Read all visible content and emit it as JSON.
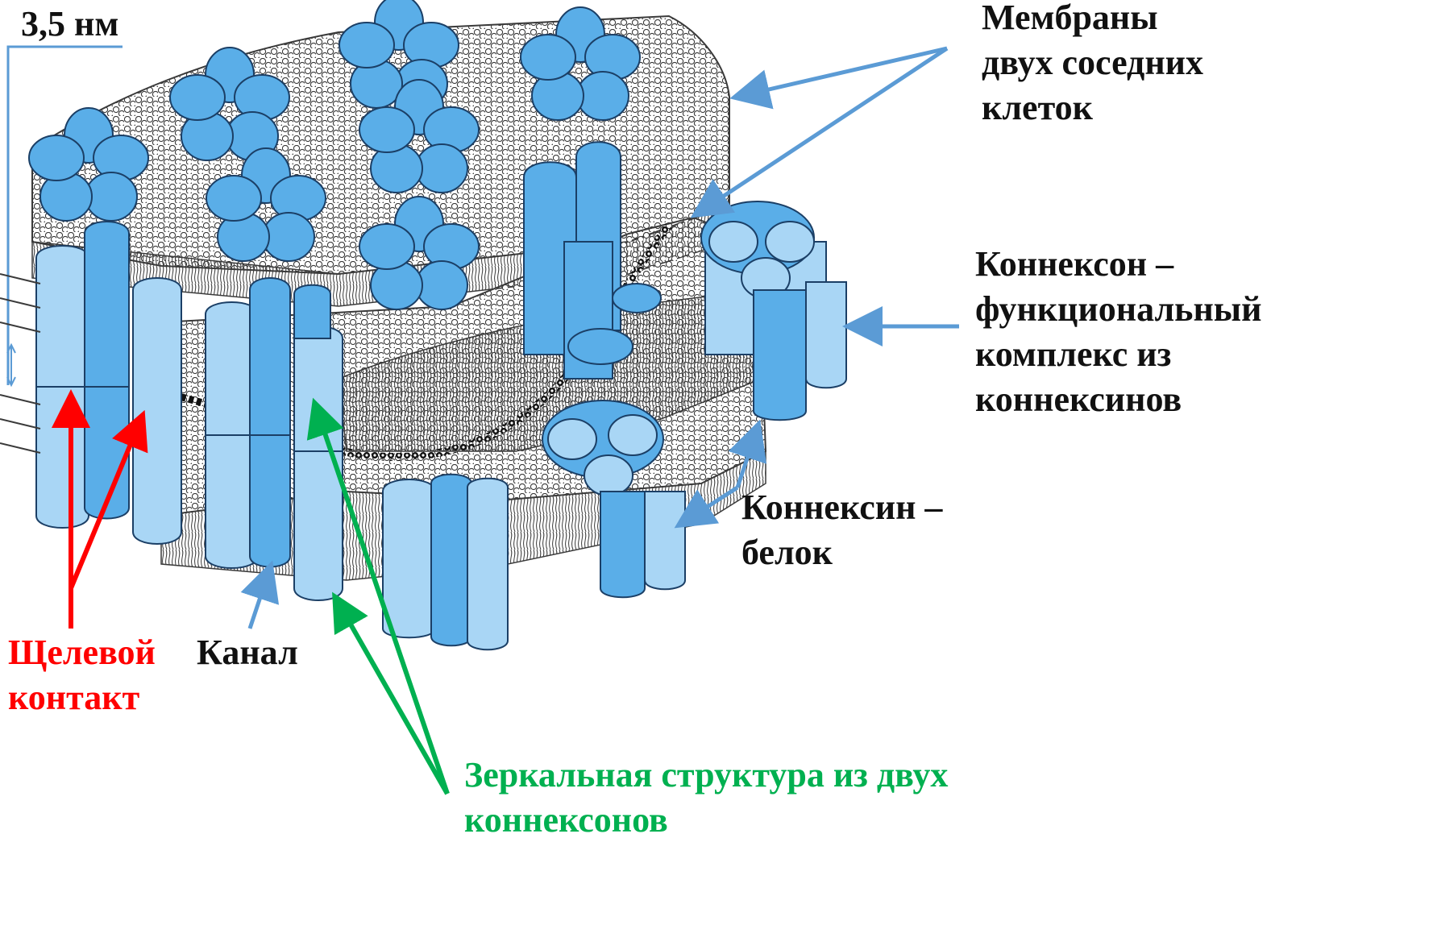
{
  "colors": {
    "protein_fill": "#5aaee8",
    "protein_light": "#a9d6f5",
    "protein_stroke": "#1b3f66",
    "blue_arrow": "#5b9bd5",
    "red": "#ff0000",
    "green": "#00b050",
    "text": "#111111",
    "lipid": "#3a3a3a"
  },
  "labels": {
    "scale": "3,5 нм",
    "membranes": [
      "Мембраны",
      "двух соседних",
      "клеток"
    ],
    "connexon": [
      "Коннексон –",
      "функциональный",
      "комплекс из",
      "коннексинов"
    ],
    "connexin": [
      "Коннексин –",
      "белок"
    ],
    "channel": "Канал",
    "gap_junction": [
      "Щелевой",
      "контакт"
    ],
    "mirror": [
      "Зеркальная структура из двух",
      "коннексонов"
    ]
  }
}
